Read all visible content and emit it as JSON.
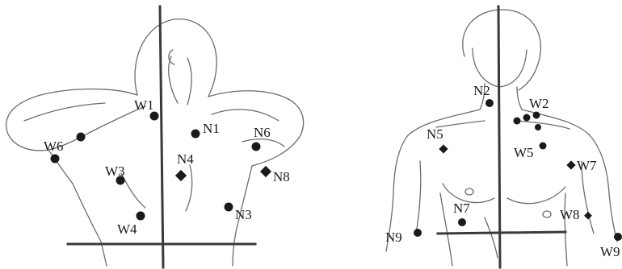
{
  "colors": {
    "background": "#ffffff",
    "sketch": "#6b6b6b",
    "axis": "#3a3a3a",
    "marker": "#1a1a1a"
  },
  "back_view": {
    "points": [
      {
        "id": "W1",
        "label": "W1"
      },
      {
        "id": "N1",
        "label": "N1"
      },
      {
        "id": "N6",
        "label": "N6"
      },
      {
        "id": "W6",
        "label": "W6"
      },
      {
        "id": "W3",
        "label": "W3"
      },
      {
        "id": "N4",
        "label": "N4"
      },
      {
        "id": "N8",
        "label": "N8"
      },
      {
        "id": "W4",
        "label": "W4"
      },
      {
        "id": "N3",
        "label": "N3"
      }
    ]
  },
  "front_view": {
    "points": [
      {
        "id": "N2",
        "label": "N2"
      },
      {
        "id": "W2",
        "label": "W2"
      },
      {
        "id": "N5",
        "label": "N5"
      },
      {
        "id": "W5",
        "label": "W5"
      },
      {
        "id": "W7",
        "label": "W7"
      },
      {
        "id": "N7",
        "label": "N7"
      },
      {
        "id": "W8",
        "label": "W8"
      },
      {
        "id": "N9",
        "label": "N9"
      },
      {
        "id": "W9",
        "label": "W9"
      }
    ]
  }
}
